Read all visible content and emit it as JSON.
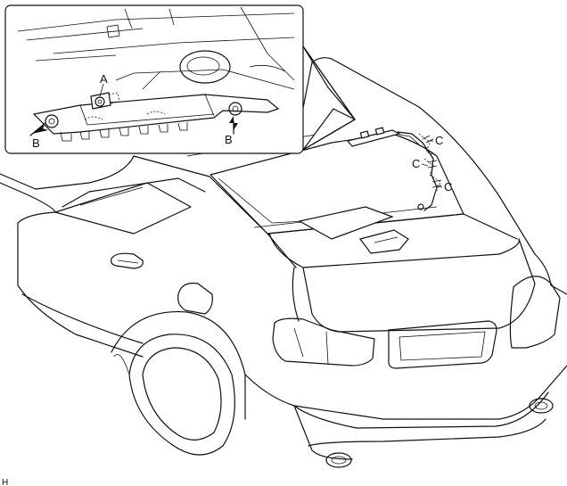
{
  "labels": {
    "a": "A",
    "b_left": "B",
    "b_right": "B",
    "c_top": "C",
    "c_mid": "C",
    "c_low": "C",
    "figure_code": "H"
  }
}
